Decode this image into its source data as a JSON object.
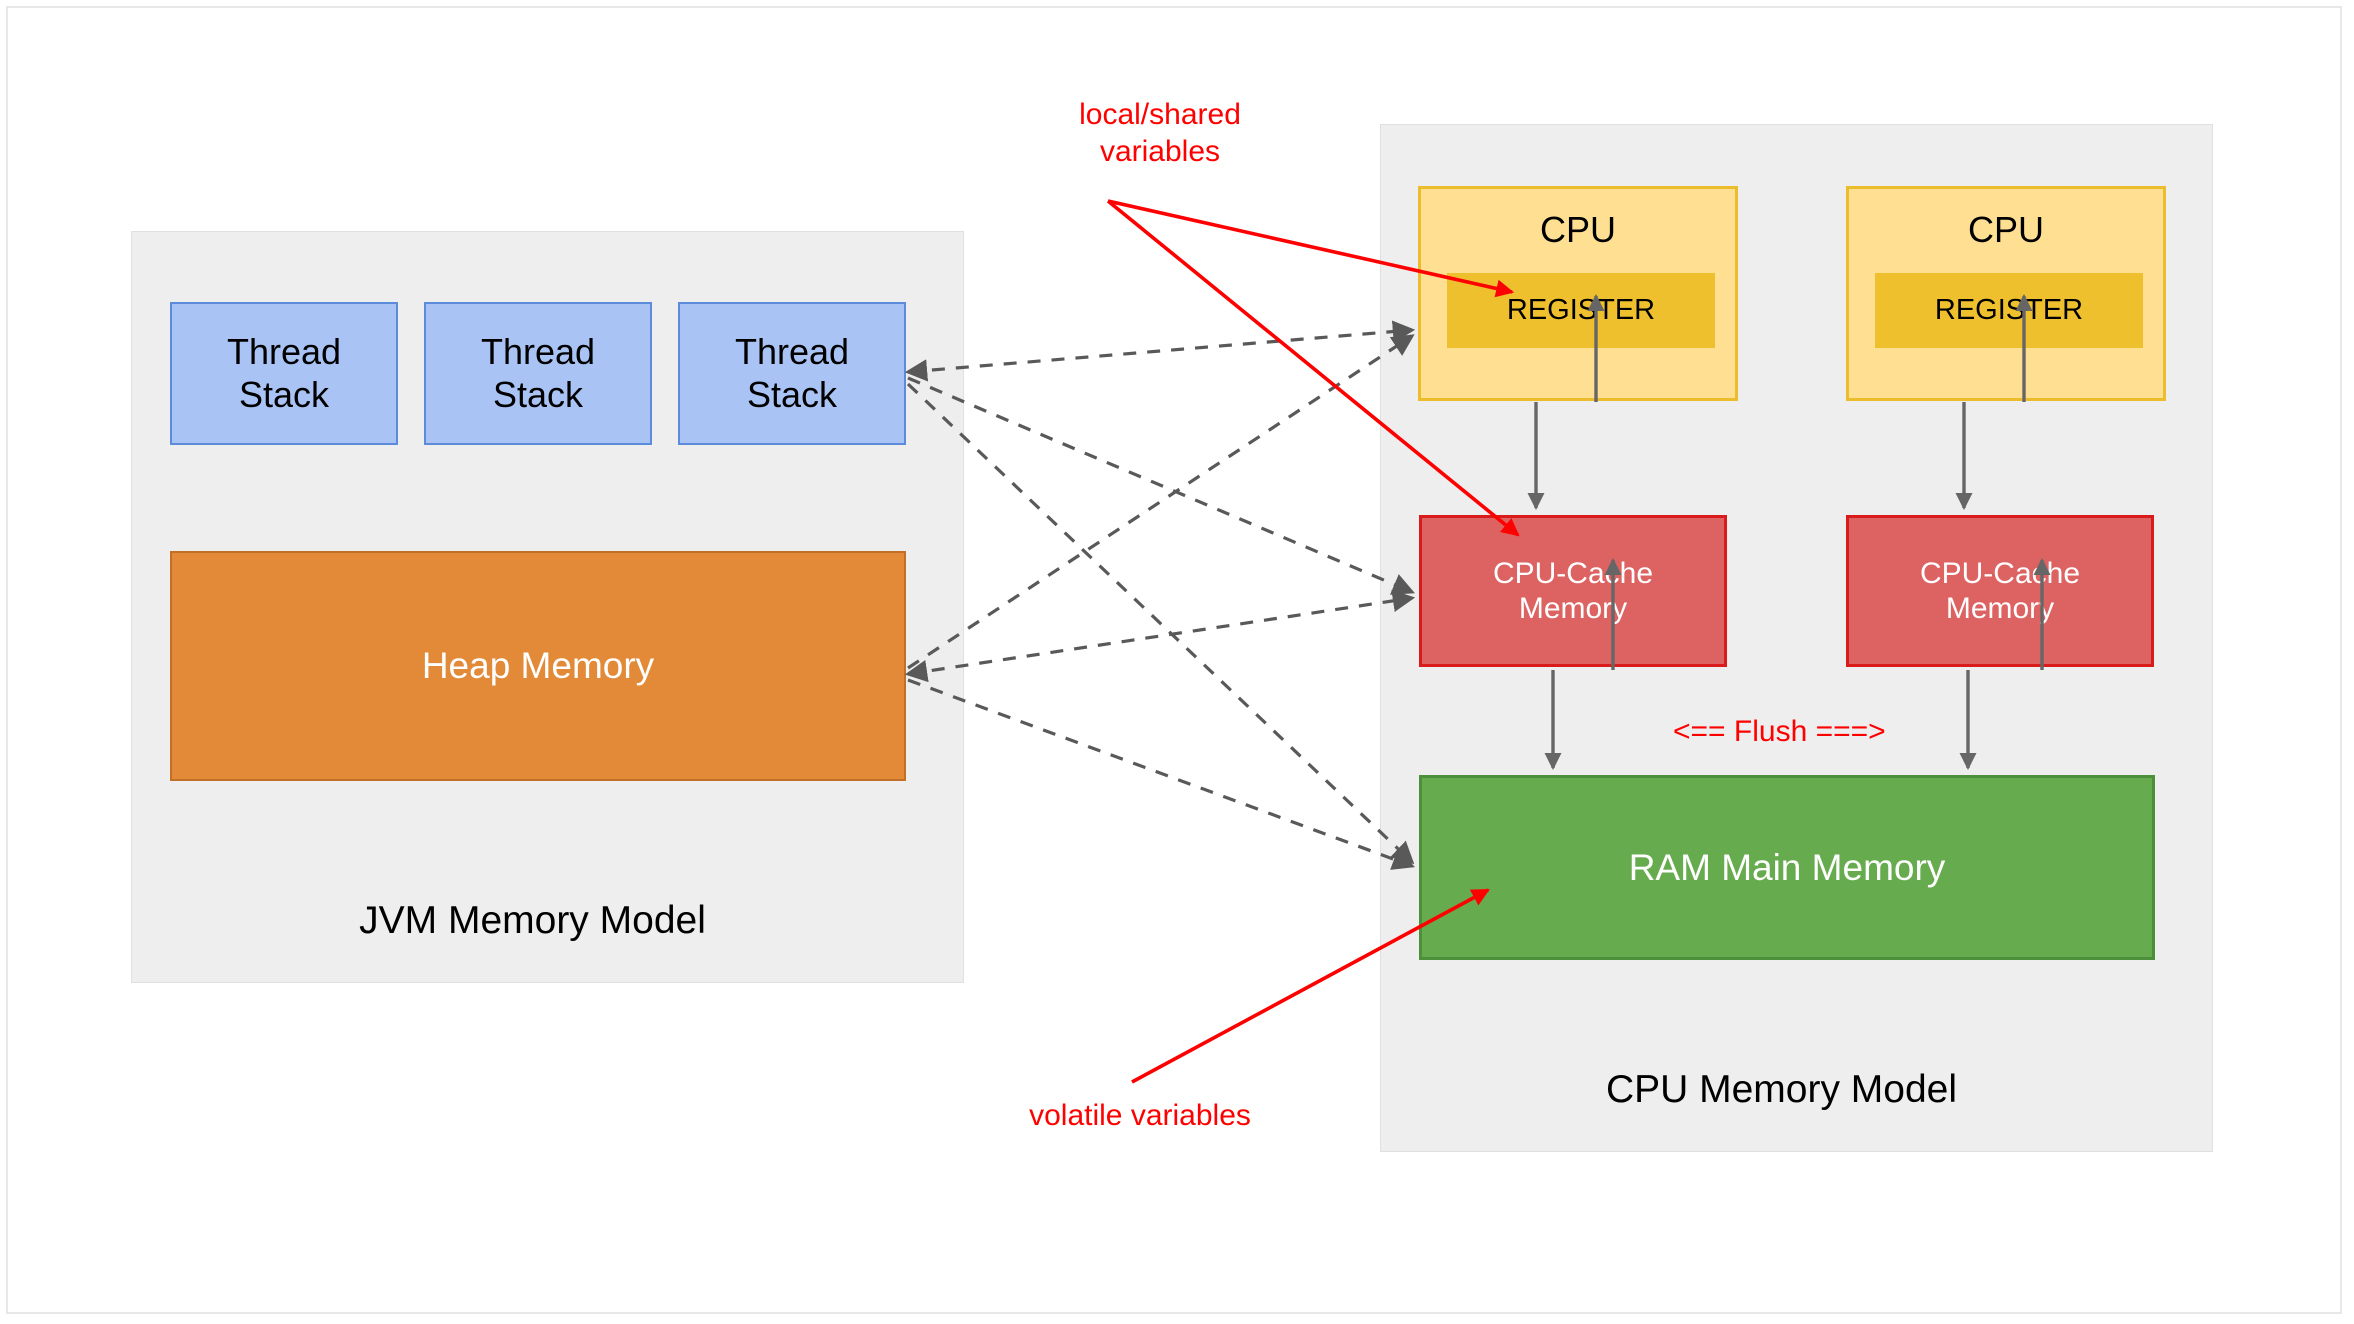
{
  "diagram": {
    "title": "JVM Memory Model and CPU Memory Model",
    "colors": {
      "panel_bg": "#eeeeee",
      "thread_stack_fill": "#a9c4f4",
      "thread_stack_stroke": "#5b8bd9",
      "heap_fill": "#e28a38",
      "heap_stroke": "#c27028",
      "cpu_fill": "#ffe093",
      "cpu_stroke": "#ebbc2b",
      "register_fill": "#eec02d",
      "cache_fill": "#dd6363",
      "cache_stroke": "#d91b1b",
      "ram_fill": "#67ab4f",
      "ram_stroke": "#4e8f3b",
      "annotation_red": "#ff0000",
      "dashed_arrow": "#595959",
      "solid_arrow": "#666666"
    }
  },
  "jvm_panel": {
    "label": "JVM Memory Model",
    "thread_stacks": [
      {
        "line1": "Thread",
        "line2": "Stack"
      },
      {
        "line1": "Thread",
        "line2": "Stack"
      },
      {
        "line1": "Thread",
        "line2": "Stack"
      }
    ],
    "heap": {
      "label": "Heap Memory"
    }
  },
  "cpu_panel": {
    "label": "CPU Memory Model",
    "cpus": [
      {
        "title": "CPU",
        "register": "REGISTER"
      },
      {
        "title": "CPU",
        "register": "REGISTER"
      }
    ],
    "caches": [
      {
        "line1": "CPU-Cache",
        "line2": "Memory"
      },
      {
        "line1": "CPU-Cache",
        "line2": "Memory"
      }
    ],
    "ram": {
      "label": "RAM Main Memory"
    },
    "flush_label": "<== Flush ===>"
  },
  "annotations": {
    "local_shared": "local/shared\nvariables",
    "volatile": "volatile variables"
  }
}
